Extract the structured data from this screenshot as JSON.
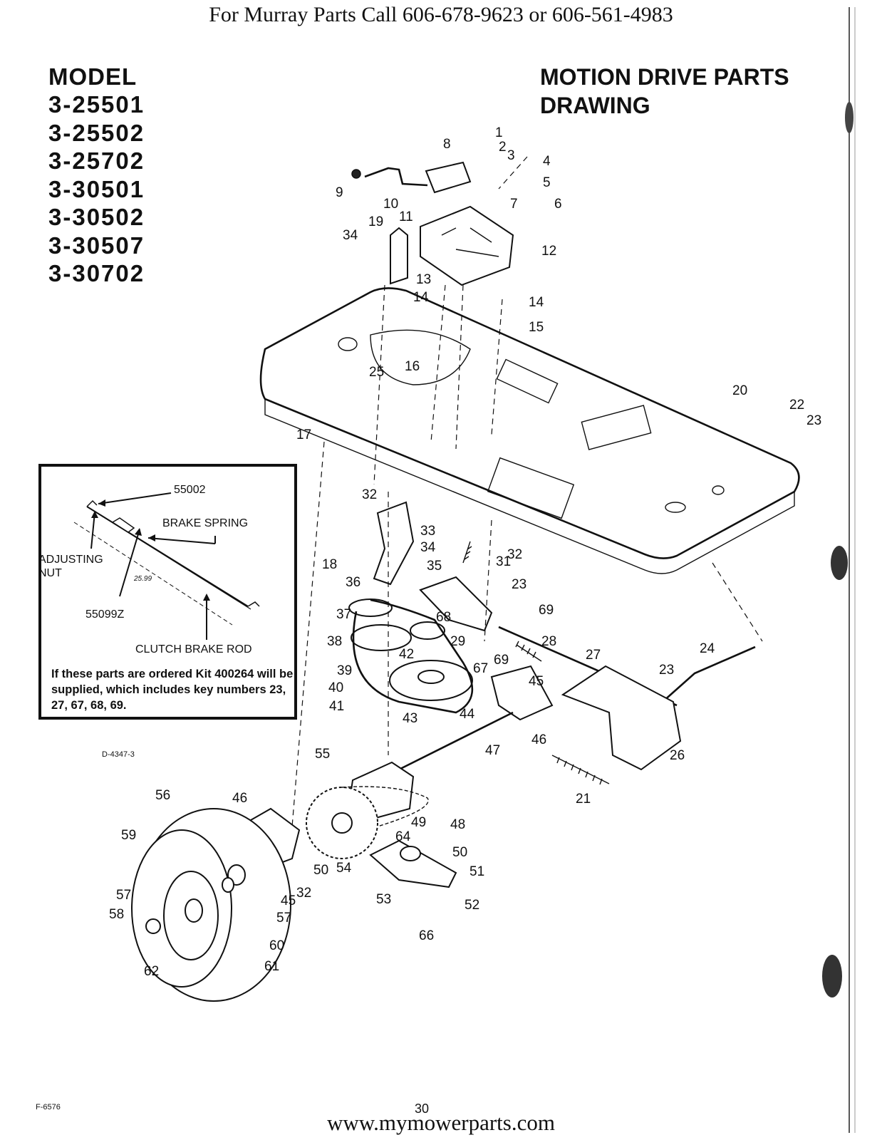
{
  "header": {
    "phone_line": "For Murray Parts Call 606-678-9623 or 606-561-4983"
  },
  "models": {
    "heading": "MODEL",
    "numbers": [
      "3-25501",
      "3-25502",
      "3-25702",
      "3-30501",
      "3-30502",
      "3-30507",
      "3-30702"
    ]
  },
  "title": {
    "line1": "MOTION DRIVE PARTS",
    "line2": "DRAWING"
  },
  "inset": {
    "part_55002": "55002",
    "brake_spring": "BRAKE SPRING",
    "adjusting_nut_1": "ADJUSTING",
    "adjusting_nut_2": "NUT",
    "part_55099z": "55099Z",
    "clutch_brake_rod": "CLUTCH BRAKE ROD",
    "dimension": "25.99",
    "kit_note": "If these parts are ordered Kit 400264 will be supplied, which includes key numbers 23, 27, 67, 68, 69."
  },
  "callouts": [
    "1",
    "2",
    "3",
    "4",
    "5",
    "6",
    "7",
    "8",
    "9",
    "10",
    "11",
    "12",
    "13",
    "14",
    "14",
    "15",
    "16",
    "17",
    "18",
    "19",
    "20",
    "21",
    "22",
    "23",
    "23",
    "23",
    "24",
    "25",
    "26",
    "27",
    "28",
    "29",
    "31",
    "32",
    "32",
    "32",
    "33",
    "34",
    "34",
    "35",
    "36",
    "37",
    "38",
    "39",
    "40",
    "41",
    "42",
    "43",
    "44",
    "45",
    "45",
    "46",
    "46",
    "47",
    "48",
    "49",
    "50",
    "50",
    "51",
    "52",
    "53",
    "54",
    "55",
    "56",
    "57",
    "57",
    "58",
    "59",
    "60",
    "61",
    "62",
    "64",
    "66",
    "67",
    "68",
    "69",
    "69"
  ],
  "codes": {
    "drawing_code": "D-4347-3",
    "form_code": "F-6576"
  },
  "footer": {
    "page_number": "30",
    "url": "www.mymowerparts.com"
  }
}
